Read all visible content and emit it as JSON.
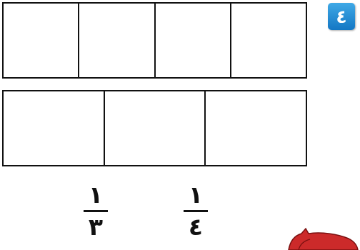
{
  "exercise": {
    "number": "٤",
    "badge_color": "#1f86d3"
  },
  "strips": [
    {
      "name": "strip-fourths",
      "parts": 4
    },
    {
      "name": "strip-thirds",
      "parts": 3
    }
  ],
  "fractions": [
    {
      "numerator": "١",
      "denominator": "٣"
    },
    {
      "numerator": "١",
      "denominator": "٤"
    }
  ],
  "decoration": {
    "mascot_color": "#cc2a2a"
  }
}
